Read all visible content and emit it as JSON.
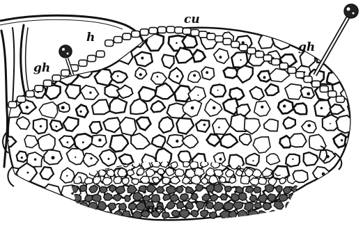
{
  "figure": {
    "labels": {
      "cu": "cu",
      "h": "h",
      "gh_left": "gh",
      "gh_right": "gh",
      "nc": "nc"
    },
    "colors": {
      "ink": "#111111",
      "paper": "#ffffff",
      "stipple": "#333333"
    }
  }
}
